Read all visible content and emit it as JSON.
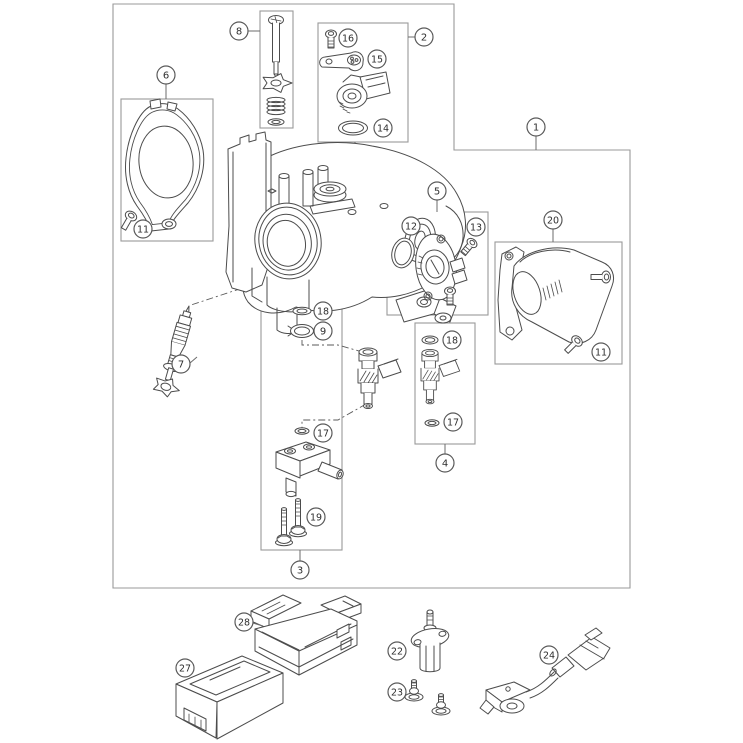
{
  "diagram": {
    "kind": "exploded-parts-diagram",
    "colors": {
      "background": "#ffffff",
      "line_art": "#4c4c4c",
      "group_frame": "#999999",
      "callout_border": "#5a5a5a",
      "callout_text": "#2e2e2e"
    }
  },
  "callouts": {
    "n1": "1",
    "n2": "2",
    "n3": "3",
    "n4": "4",
    "n5": "5",
    "n6": "6",
    "n7": "7",
    "n8": "8",
    "n9": "9",
    "n11": "11",
    "n12": "12",
    "n13": "13",
    "n14": "14",
    "n15": "15",
    "n16": "16",
    "n17": "17",
    "n18": "18",
    "n19": "19",
    "n20": "20",
    "n22": "22",
    "n23": "23",
    "n24": "24",
    "n27": "27",
    "n28": "28"
  }
}
